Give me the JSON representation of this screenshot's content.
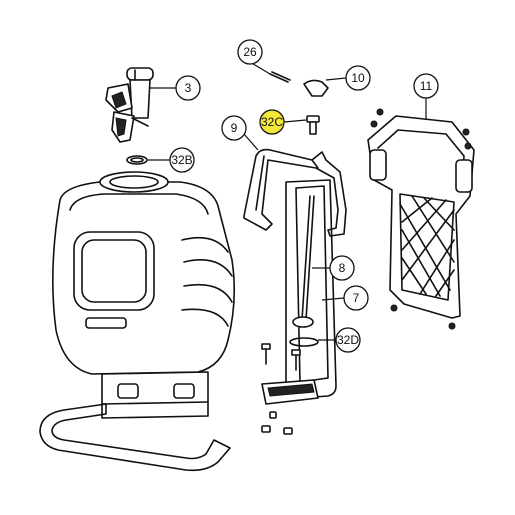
{
  "callouts": {
    "c3": {
      "label": "3",
      "fill": "#ffffff"
    },
    "c32B": {
      "label": "32B",
      "fill": "#ffffff"
    },
    "c26": {
      "label": "26",
      "fill": "#ffffff"
    },
    "c10": {
      "label": "10",
      "fill": "#ffffff"
    },
    "c32C": {
      "label": "32C",
      "fill": "#f5e83a"
    },
    "c9": {
      "label": "9",
      "fill": "#ffffff"
    },
    "c11": {
      "label": "11",
      "fill": "#ffffff"
    },
    "c8": {
      "label": "8",
      "fill": "#ffffff"
    },
    "c7": {
      "label": "7",
      "fill": "#ffffff"
    },
    "c32D": {
      "label": "32D",
      "fill": "#ffffff"
    }
  }
}
